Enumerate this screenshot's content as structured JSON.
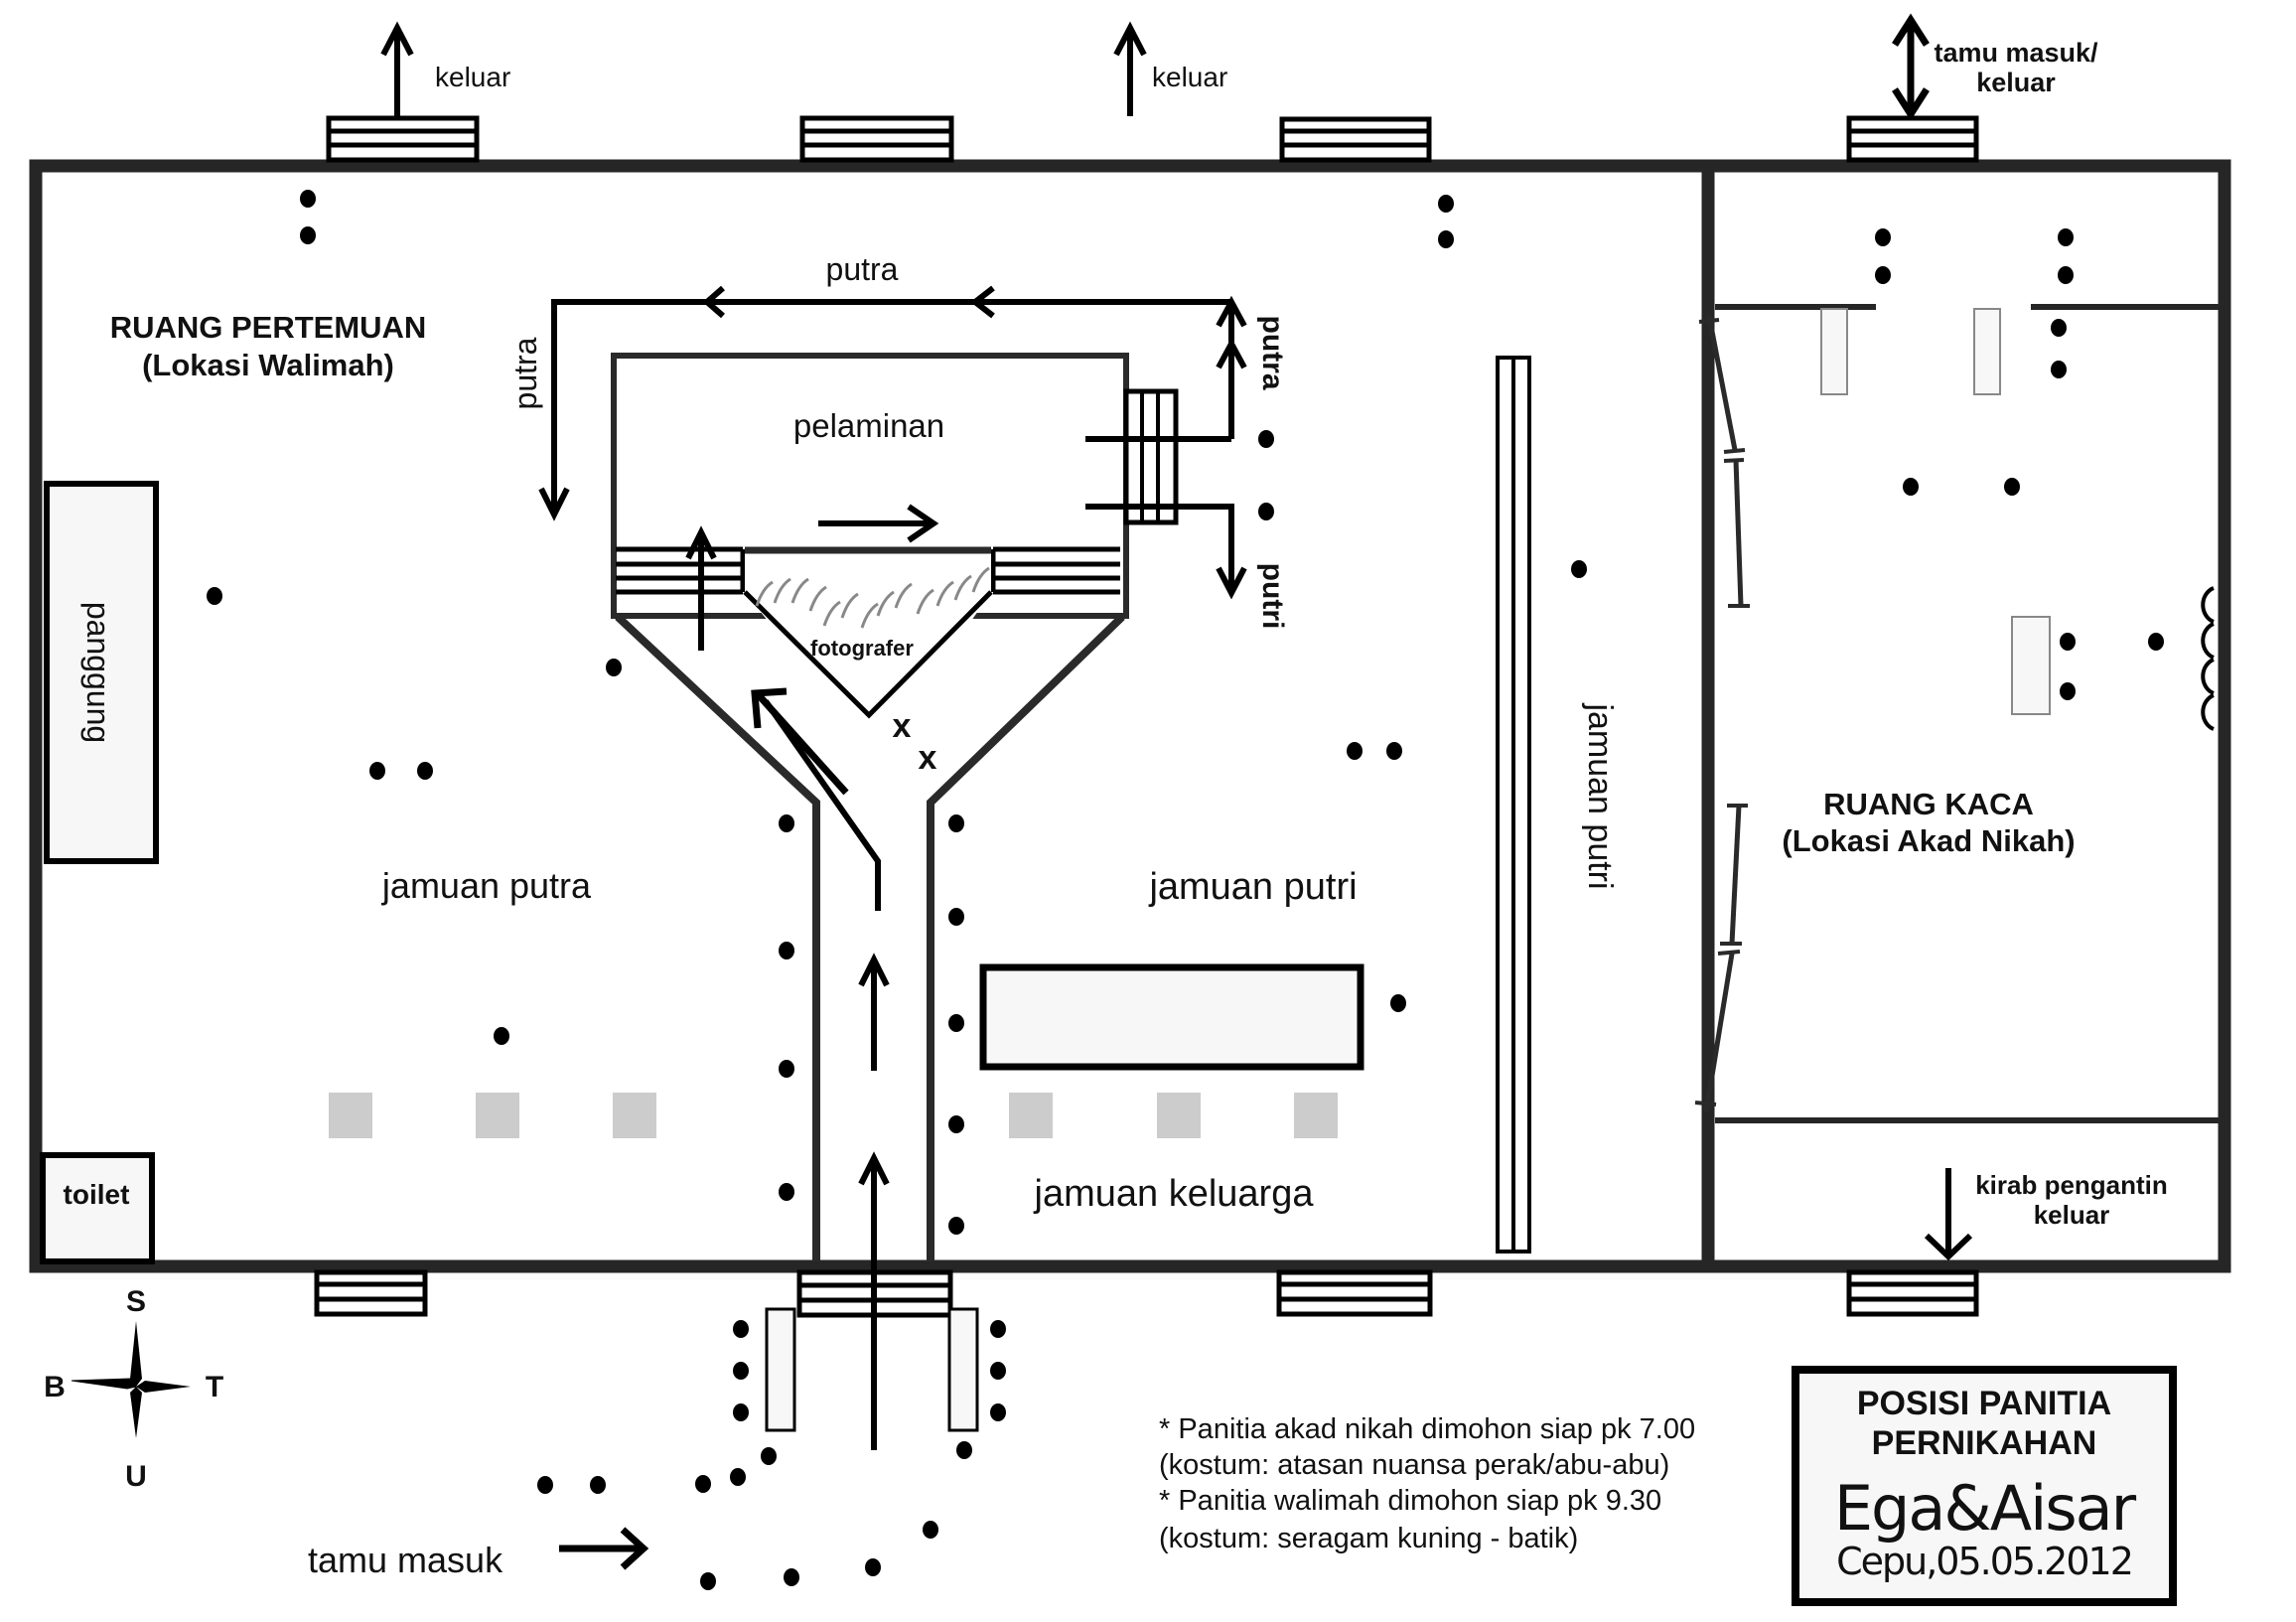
{
  "rooms": {
    "meeting_room_title": "RUANG PERTEMUAN",
    "meeting_room_subtitle": "(Lokasi Walimah)",
    "glass_room_title": "RUANG KACA",
    "glass_room_subtitle": "(Lokasi Akad Nikah)"
  },
  "areas": {
    "stage": "panggung",
    "toilet": "toilet",
    "dais": "pelaminan",
    "photographer": "fotografer",
    "male_banquet": "jamuan putra",
    "female_banquet": "jamuan putri",
    "female_banquet_vertical": "jamuan putri",
    "family_banquet": "jamuan keluarga"
  },
  "flow_labels": {
    "exit_left": "keluar",
    "exit_middle": "keluar",
    "guest_in_out_line1": "tamu masuk/",
    "guest_in_out_line2": "keluar",
    "putra_top": "putra",
    "putra_left": "putra",
    "putra_right": "putra",
    "putri_right": "putri",
    "guest_entrance": "tamu masuk",
    "bridal_exit_line1": "kirab pengantin",
    "bridal_exit_line2": "keluar",
    "marker_x1": "x",
    "marker_x2": "x"
  },
  "compass": {
    "north_top": "S",
    "west": "B",
    "east": "T",
    "south_bottom": "U"
  },
  "notes": [
    "* Panitia akad nikah dimohon siap pk 7.00",
    "(kostum: atasan nuansa perak/abu-abu)",
    "* Panitia walimah dimohon siap pk 9.30",
    "(kostum: seragam kuning - batik)"
  ],
  "title_box": {
    "line1": "POSISI PANITIA",
    "line2": "PERNIKAHAN",
    "names": "Ega&Aisar",
    "place_date": "Cepu,05.05.2012"
  },
  "colors": {
    "wall": "#262626",
    "ink": "#000000",
    "furniture_fill": "#f7f7f7",
    "chair_fill": "#cccccc"
  }
}
